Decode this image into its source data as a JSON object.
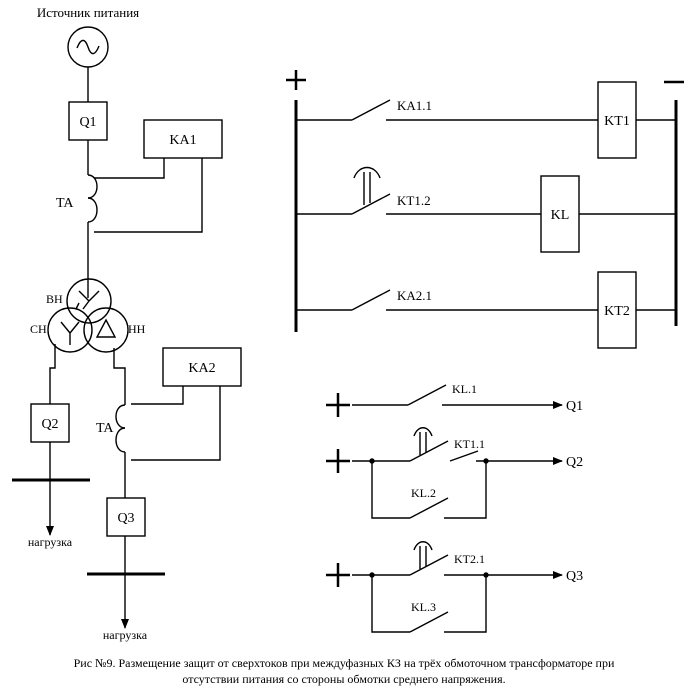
{
  "labels": {
    "source": "Источник питания",
    "q1": "Q1",
    "ka1": "KA1",
    "ta1": "TA",
    "vn": "ВН",
    "sn": "СН",
    "nn": "НН",
    "ka2": "KA2",
    "q2": "Q2",
    "ta2": "TA",
    "q3": "Q3",
    "load1": "нагрузка",
    "load2": "нагрузка",
    "plus_main": "+",
    "minus_main": "−",
    "ka1_1": "KA1.1",
    "kt1": "KT1",
    "kt1_2": "KT1.2",
    "kl": "KL",
    "ka2_1": "KA2.1",
    "kt2": "KT2",
    "plus1": "+",
    "kl_1": "KL.1",
    "q1_out": "Q1",
    "plus2": "+",
    "kt1_1": "KT1.1",
    "q2_out": "Q2",
    "kl_2": "KL.2",
    "plus3": "+",
    "kt2_1": "KT2.1",
    "q3_out": "Q3",
    "kl_3": "KL.3"
  },
  "caption": {
    "line1": "Рис №9. Размещение защит от сверхтоков при междуфазных КЗ на трёх обмоточном трансформаторе при",
    "line2": "отсутствии питания со стороны обмотки среднего напряжения."
  }
}
